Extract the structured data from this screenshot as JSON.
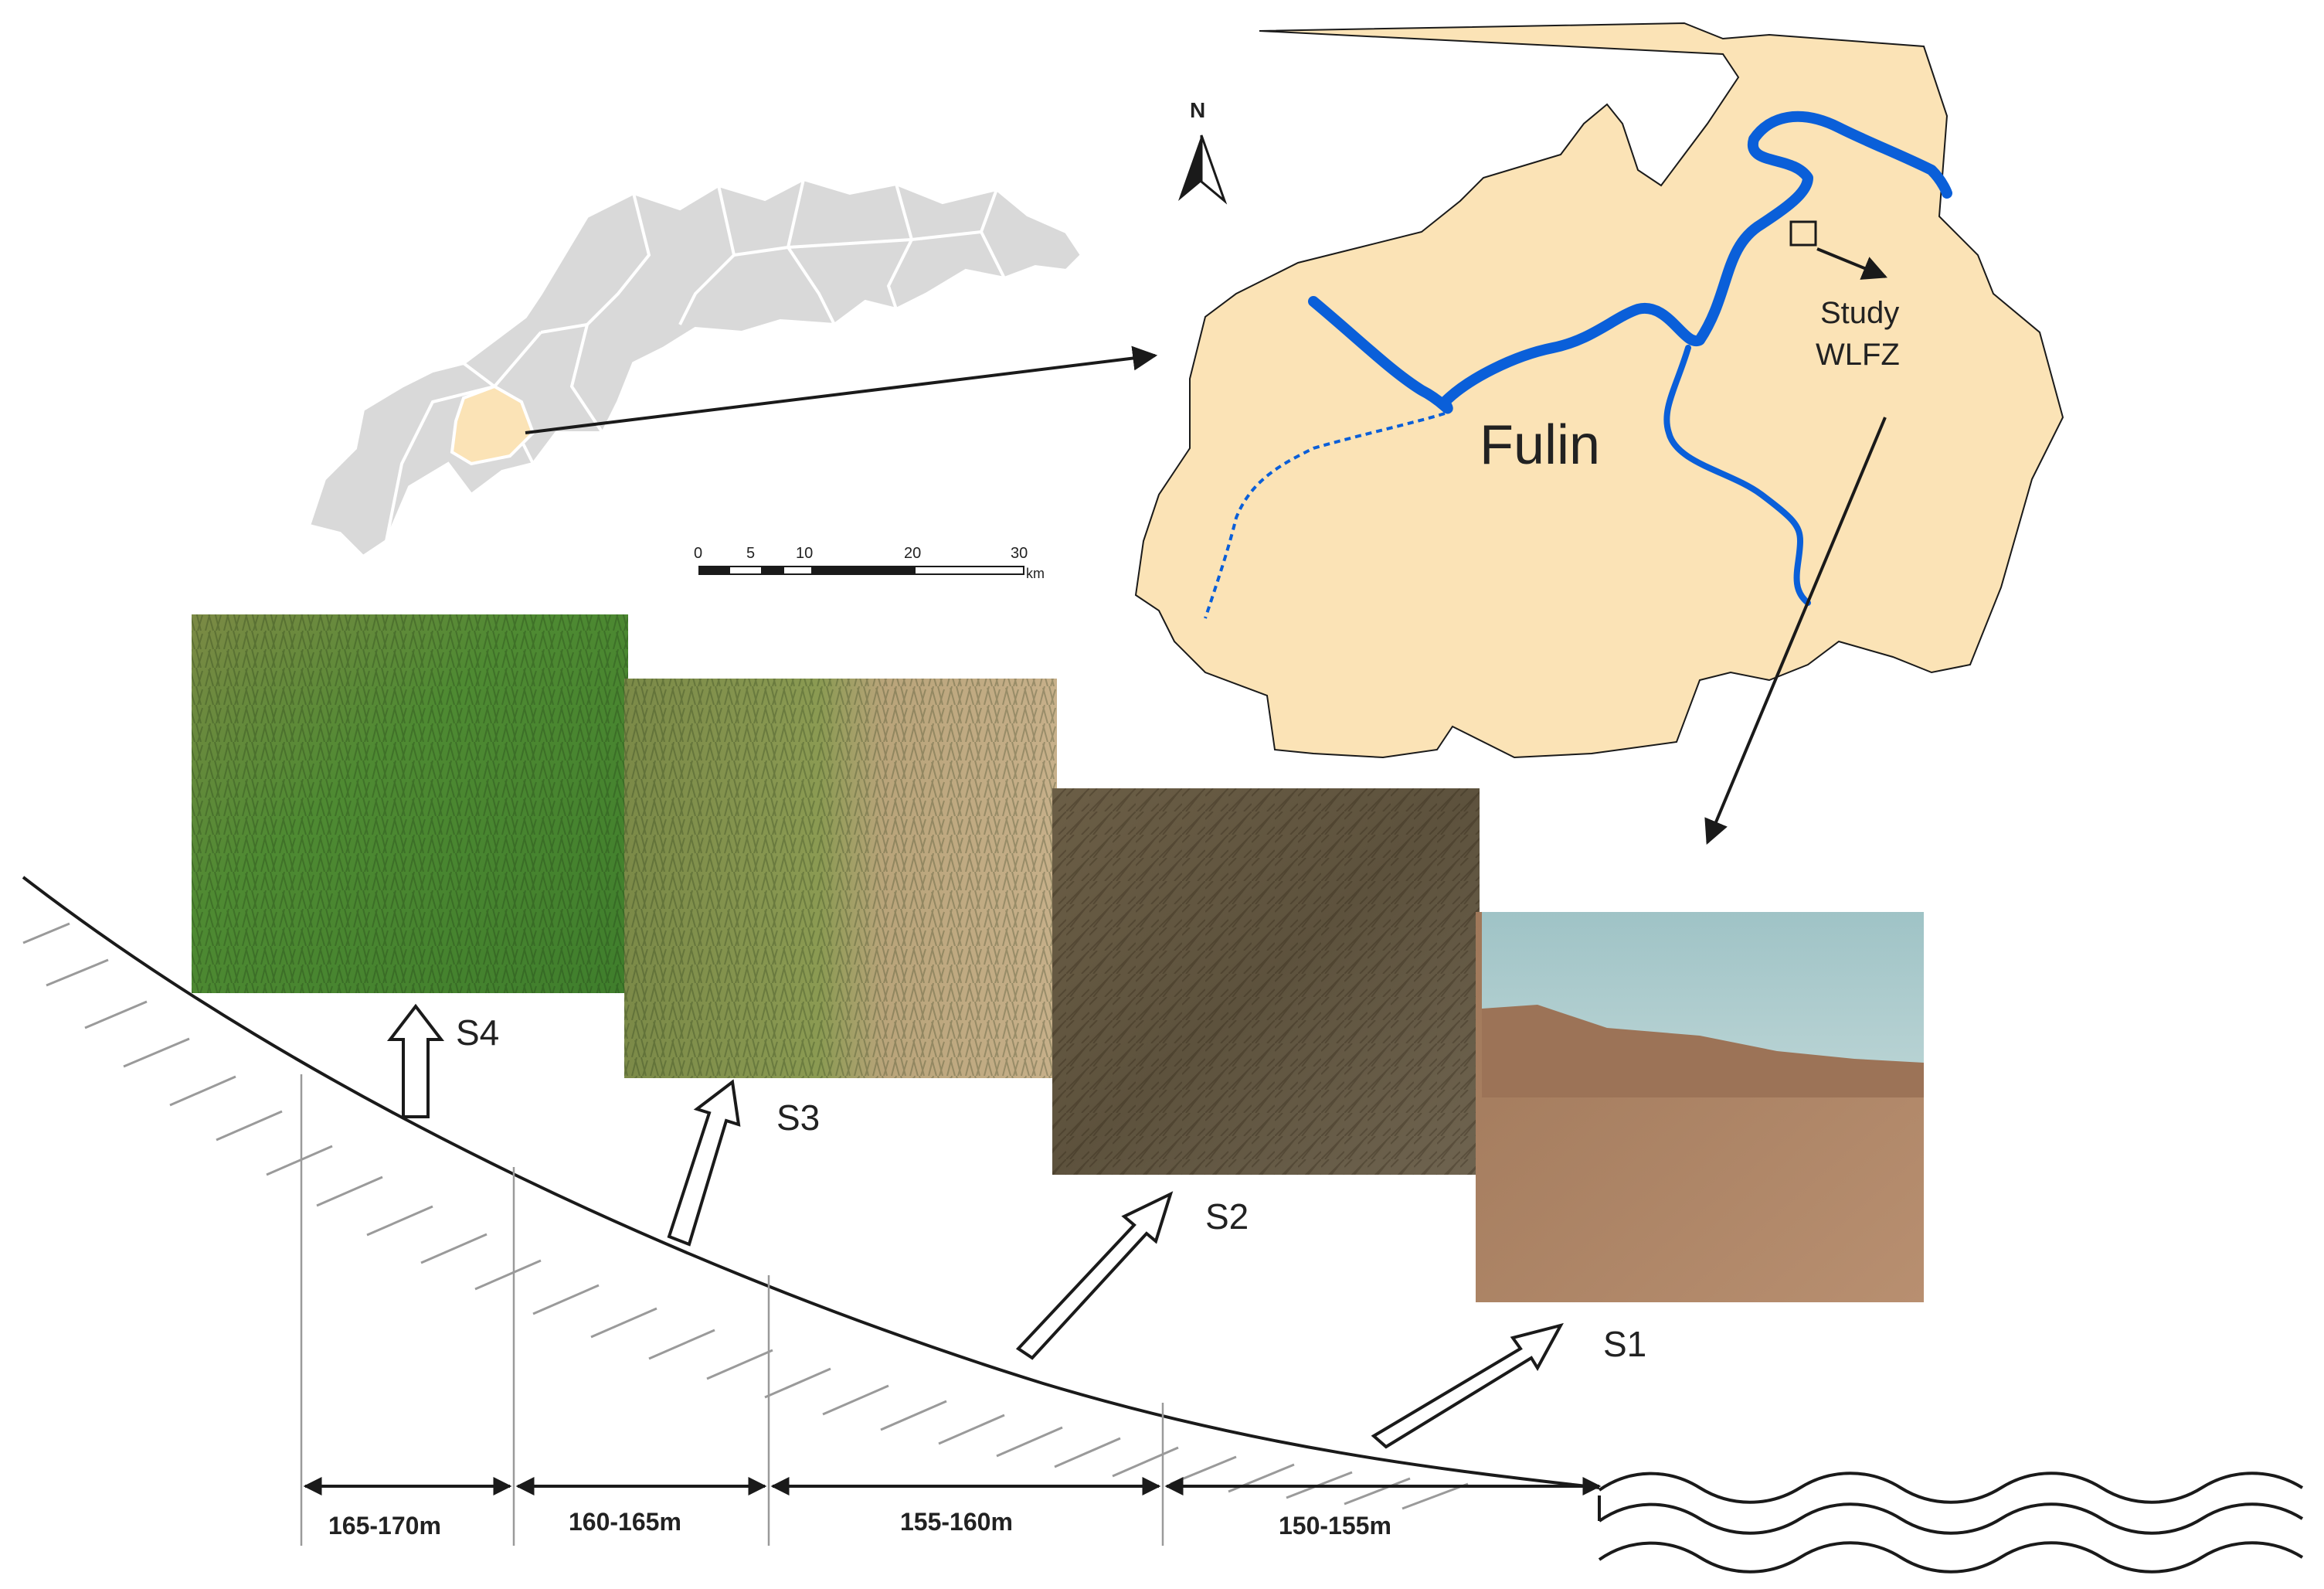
{
  "map": {
    "north_label": "N",
    "town_label": "Fulin",
    "study_label_line1": "Study",
    "study_label_line2": "WLFZ",
    "scale_ticks": [
      "0",
      "5",
      "10",
      "20",
      "30"
    ],
    "scale_unit": "km"
  },
  "colors": {
    "region_fill": "#fbe3b6",
    "region_gray": "#d9d9d9",
    "river": "#0a5fd9",
    "line": "#1a1a1a"
  },
  "sites": [
    {
      "label": "S4",
      "elevation": "165-170m"
    },
    {
      "label": "S3",
      "elevation": "160-165m"
    },
    {
      "label": "S2",
      "elevation": "155-160m"
    },
    {
      "label": "S1",
      "elevation": "150-155m"
    }
  ],
  "photos": [
    "grass-green",
    "grass-mixed",
    "litter-dry",
    "bare-shore"
  ]
}
